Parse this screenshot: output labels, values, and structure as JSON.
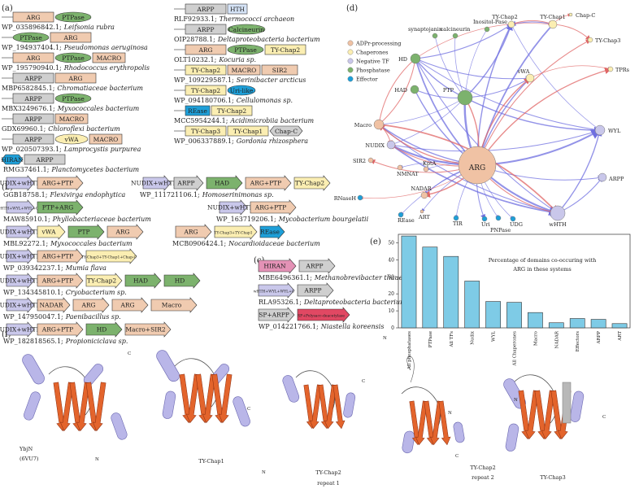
{
  "panels": {
    "a": "(a)",
    "b": "(b)",
    "c": "(c)",
    "d": "(d)",
    "e": "(e)",
    "f": "(f)"
  },
  "colors": {
    "ARG": "#f0cbb0",
    "PTPase": "#7cb26d",
    "MACRO": "#f0cbb0",
    "ARPP": "#cfcfcf",
    "HTH": "#d6e4f7",
    "Calcineurin": "#7cb26d",
    "TY": "#fbeeb2",
    "SIR2": "#f0cbb0",
    "vWA": "#fbeeb2",
    "Uri": "#1e9fd8",
    "REase": "#1e9fd8",
    "HIRAN": "#1e9fd8",
    "NUDIX": "#c9c7ea",
    "HAD": "#7cb26d",
    "PTP": "#7cb26d",
    "NADAR": "#f0cbb0",
    "HD": "#7cb26d",
    "Macro": "#f0cbb0",
    "HIRANpink": "#e492b6",
    "SPpoly": "#e14863",
    "bar": "#7ecbe6",
    "edge_pos": "#e06666",
    "edge_neg": "#6f6fe0",
    "node_adp": "#f0c2a4",
    "node_chap": "#fbeeb2",
    "node_neg": "#c9c7ea",
    "node_phos": "#7cb26d",
    "node_eff": "#1e9fd8",
    "helix": "#b9b6e8",
    "strand": "#e3642c"
  },
  "panel_a": [
    {
      "domains": [
        "ARG",
        "PTPase"
      ],
      "acc": "WP_035896842.1;",
      "org": "Leifsonia rubra"
    },
    {
      "domains": [
        "PTPase",
        "ARG"
      ],
      "acc": "WP_194937404.1;",
      "org": "Pseudomonas aeruginosa"
    },
    {
      "domains": [
        "ARG",
        "PTPase",
        "MACRO"
      ],
      "acc": "WP_195790940.1;",
      "org": "Rhodococcus erythropolis"
    },
    {
      "domains": [
        "ARPP",
        "ARG"
      ],
      "acc": "MBP6582845.1;",
      "org": "Chromatiaceae bacterium"
    },
    {
      "domains": [
        "ARPP",
        "PTPase"
      ],
      "acc": "MBX3249676.1;",
      "org": "Myxococcales bacterium"
    },
    {
      "domains": [
        "ARPP",
        "MACRO"
      ],
      "acc": "GDX69960.1;",
      "org": "Chloroflexi bacterium"
    },
    {
      "domains": [
        "ARPP",
        "vWA",
        "MACRO"
      ],
      "acc": "WP_020507393.1;",
      "org": "Lamprocystis purpurea"
    },
    {
      "domains": [
        "HIRAN",
        "ARPP"
      ],
      "acc": "RMG37461.1;",
      "org": "Planctomycetes bacterium"
    },
    {
      "domains": [
        "ARPP",
        "HTH"
      ],
      "acc": "RLF92933.1;",
      "org": "Thermococci archaeon"
    },
    {
      "domains": [
        "ARPP",
        "Calcineurin"
      ],
      "acc": "OIP28788.1;",
      "org": "Deltaproteobacteria bacterium"
    },
    {
      "domains": [
        "ARG",
        "PTPase",
        "TY-Chap2"
      ],
      "acc": "OLT10232.1;",
      "org": "Kocuria sp."
    },
    {
      "domains": [
        "TY-Chap2",
        "MACRO",
        "SIR2"
      ],
      "acc": "WP_109229587.1;",
      "org": "Serinibacter arcticus"
    },
    {
      "domains": [
        "TY-Chap2",
        "Uri-like"
      ],
      "acc": "WP_094180706.1;",
      "org": "Cellulomonas sp."
    },
    {
      "domains": [
        "REase",
        "TY-Chap2"
      ],
      "acc": "MCC5954244.1;",
      "org": "Acidimicrobiia bacterium"
    },
    {
      "domains": [
        "TY-Chap3",
        "TY-Chap1",
        "Chap-C"
      ],
      "acc": "WP_006337889.1;",
      "org": "Gordonia rhizosphera"
    }
  ],
  "panel_b": [
    {
      "genes": [
        "NUDIX+wHTH",
        "ARG+PTP"
      ],
      "acc": "GGB18758.1;",
      "org": "Flexivirga endophytica"
    },
    {
      "genes": [
        "wHTH+WYL+WYL+C",
        "PTP+ARG"
      ],
      "acc": "MAW85910.1;",
      "org": "Phyllobacteriaceae bacterium"
    },
    {
      "genes": [
        "NUDIX+wHTH",
        "vWA",
        "PTP",
        "ARG"
      ],
      "acc": "MBL92272.1;",
      "org": "Myxococcales bacterium"
    },
    {
      "genes": [
        "NUDIX+wHTH",
        "ARG+PTP",
        "TY-Chap3+TY-Chap1+Chap-C"
      ],
      "acc": "WP_039342237.1;",
      "org": "Mumia flava"
    },
    {
      "genes": [
        "NUDIX+wHTH",
        "ARG+PTP",
        "TY-Chap2",
        "HAD",
        "HD"
      ],
      "acc": "WP_134345810.1;",
      "org": "Cryobacterium sp."
    },
    {
      "genes": [
        "NUDIX+wHTH",
        "NADAR",
        "ARG",
        "ARG",
        "Macro"
      ],
      "acc": "WP_147950047.1;",
      "org": "Paenibacillus sp."
    },
    {
      "genes": [
        "NUDIX+wHTH",
        "ARG+PTP",
        "HD",
        "Macro+SIR2"
      ],
      "acc": "WP_182818565.1;",
      "org": "Propioniciclava sp."
    },
    {
      "genes": [
        "NUDIX+wHTH",
        "ARPP",
        "HAD",
        "ARG+PTP",
        "TY-Chap2"
      ],
      "acc": "WP_111721106.1;",
      "org": "Homoserinimonas sp."
    },
    {
      "genes": [
        "NUDIX+wHTH",
        "ARG+PTP"
      ],
      "acc": "WP_163719206.1;",
      "org": "Mycobacterium bourgelatii"
    },
    {
      "genes": [
        "ARG",
        "TY-Chap3+TY-Chap1",
        "REase"
      ],
      "acc": "MCB0906424.1;",
      "org": "Nocardioidaceae bacterium"
    }
  ],
  "panel_c": [
    {
      "genes": [
        "HIRAN",
        "ARPP"
      ],
      "acc": "MBE6496361.1;",
      "org": "Methanobrevibacter thaueri"
    },
    {
      "genes": [
        "wHTH+WYL+WYL+C",
        "ARPP"
      ],
      "acc": "RLA95326.1;",
      "org": "Deltaproteobacteria bacterium"
    },
    {
      "genes": [
        "SP+ARPP",
        "SP+Polysacc-deacetylase"
      ],
      "acc": "WP_014221766.1;",
      "org": "Niastella koreensis"
    }
  ],
  "panel_d": {
    "legend": [
      "ADPr-processing",
      "Chaperones",
      "Negative TF",
      "Phosphatase",
      "Effector"
    ],
    "nodes": [
      "ARG",
      "PTP",
      "HD",
      "HAD",
      "Macro",
      "NUDIX",
      "NMNAT",
      "KptA",
      "NADAR",
      "SIR2",
      "RNaseH",
      "REase",
      "ART",
      "TIR",
      "Uri",
      "PNPase",
      "UDG",
      "wHTH",
      "WYL",
      "ARPP",
      "TPRs",
      "vWA",
      "TY-Chap1",
      "TY-Chap2",
      "TY-Chap3",
      "Chap-C",
      "synaptojanin",
      "calcineurin",
      "Inositol-Pase"
    ]
  },
  "chart_data": {
    "type": "bar",
    "title": "Percentage of domains co-occuring with ARG in these systems",
    "categories": [
      "All phosphatases",
      "PTPase",
      "All TFs",
      "Nudix",
      "WYL",
      "All Chaperones",
      "Macro",
      "NADAR",
      "Effectors",
      "ARPP",
      "ART"
    ],
    "values": [
      54,
      47.5,
      42,
      27.5,
      15.5,
      15,
      9,
      3,
      5.5,
      5,
      2.5
    ],
    "yticks": [
      0,
      10,
      20,
      30,
      40,
      50
    ],
    "ylim": [
      0,
      55
    ]
  },
  "panel_f": [
    "YbjN",
    "(6VU7)",
    "TY-Chap1",
    "TY-Chap2",
    "repeat 1",
    "TY-Chap2",
    "repeat 2",
    "TY-Chap3",
    "C",
    "N"
  ]
}
